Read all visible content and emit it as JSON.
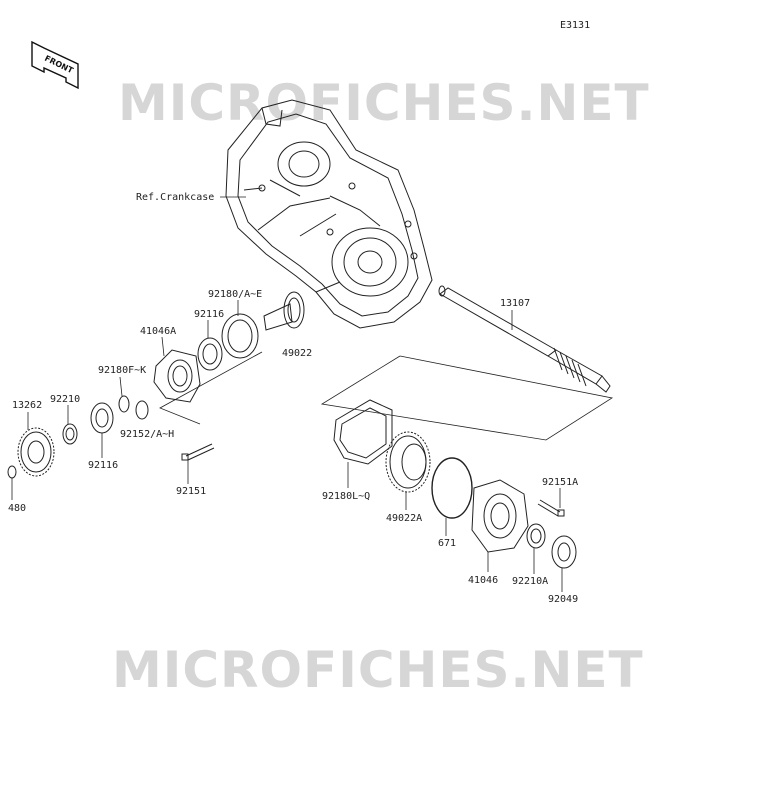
{
  "diagram": {
    "code": "E3131",
    "front_label": "FRONT",
    "watermark": "MICROFICHES.NET",
    "reference_label": "Ref.Crankcase",
    "parts": [
      {
        "id": "p13107",
        "label": "13107"
      },
      {
        "id": "p92180ae",
        "label": "92180/A~E"
      },
      {
        "id": "p41046a",
        "label": "41046A"
      },
      {
        "id": "p92116a",
        "label": "92116"
      },
      {
        "id": "p49022",
        "label": "49022"
      },
      {
        "id": "p92180fk",
        "label": "92180F~K"
      },
      {
        "id": "p92210",
        "label": "92210"
      },
      {
        "id": "p13262",
        "label": "13262"
      },
      {
        "id": "p92152",
        "label": "92152/A~H"
      },
      {
        "id": "p92116b",
        "label": "92116"
      },
      {
        "id": "p480",
        "label": "480"
      },
      {
        "id": "p92151",
        "label": "92151"
      },
      {
        "id": "p92180lq",
        "label": "92180L~Q"
      },
      {
        "id": "p49022a",
        "label": "49022A"
      },
      {
        "id": "p671",
        "label": "671"
      },
      {
        "id": "p92151a",
        "label": "92151A"
      },
      {
        "id": "p41046",
        "label": "41046"
      },
      {
        "id": "p92210a",
        "label": "92210A"
      },
      {
        "id": "p92049",
        "label": "92049"
      }
    ]
  }
}
